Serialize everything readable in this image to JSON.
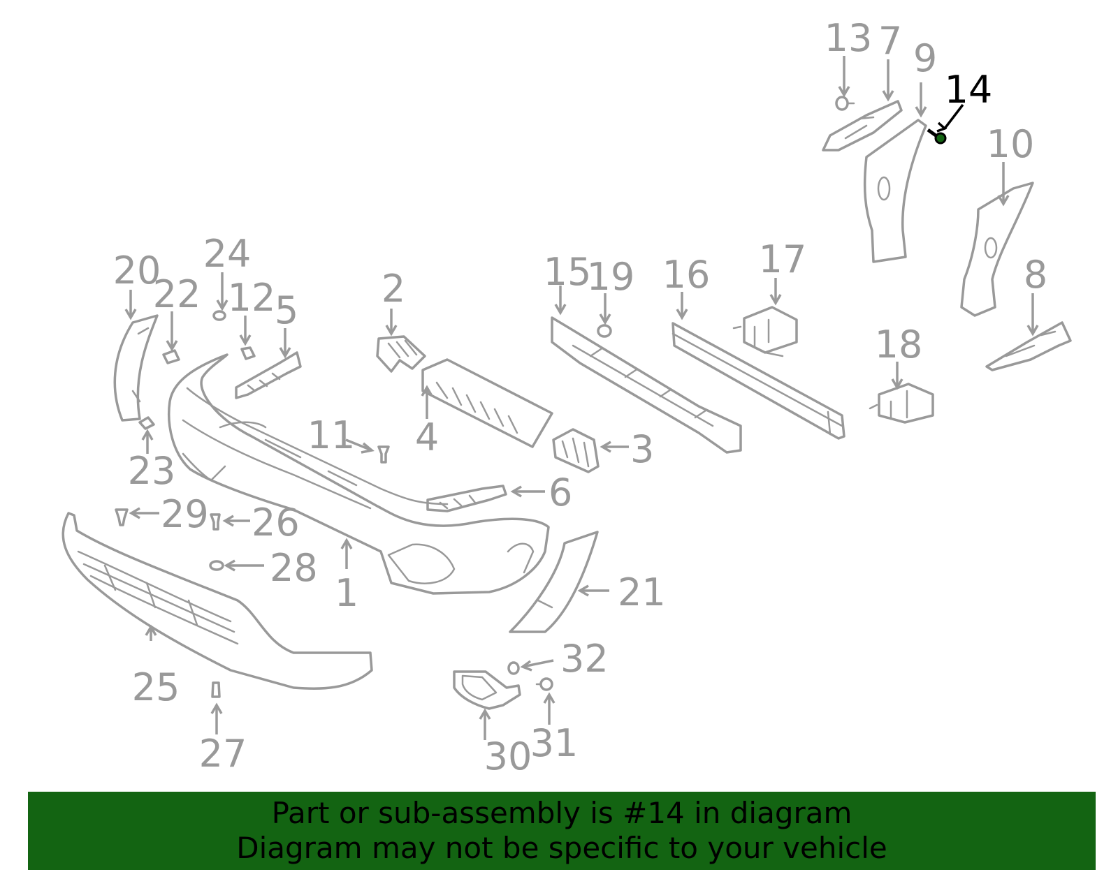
{
  "diagram": {
    "highlight_color": "#000000",
    "part_color": "#999999",
    "callouts": [
      {
        "id": "1",
        "label": "1"
      },
      {
        "id": "2",
        "label": "2"
      },
      {
        "id": "3",
        "label": "3"
      },
      {
        "id": "4",
        "label": "4"
      },
      {
        "id": "5",
        "label": "5"
      },
      {
        "id": "6",
        "label": "6"
      },
      {
        "id": "7",
        "label": "7"
      },
      {
        "id": "8",
        "label": "8"
      },
      {
        "id": "9",
        "label": "9"
      },
      {
        "id": "10",
        "label": "10"
      },
      {
        "id": "11",
        "label": "11"
      },
      {
        "id": "12",
        "label": "12"
      },
      {
        "id": "13",
        "label": "13"
      },
      {
        "id": "14",
        "label": "14",
        "highlighted": true
      },
      {
        "id": "15",
        "label": "15"
      },
      {
        "id": "16",
        "label": "16"
      },
      {
        "id": "17",
        "label": "17"
      },
      {
        "id": "18",
        "label": "18"
      },
      {
        "id": "19",
        "label": "19"
      },
      {
        "id": "20",
        "label": "20"
      },
      {
        "id": "21",
        "label": "21"
      },
      {
        "id": "22",
        "label": "22"
      },
      {
        "id": "23",
        "label": "23"
      },
      {
        "id": "24",
        "label": "24"
      },
      {
        "id": "25",
        "label": "25"
      },
      {
        "id": "26",
        "label": "26"
      },
      {
        "id": "27",
        "label": "27"
      },
      {
        "id": "28",
        "label": "28"
      },
      {
        "id": "29",
        "label": "29"
      },
      {
        "id": "30",
        "label": "30"
      },
      {
        "id": "31",
        "label": "31"
      },
      {
        "id": "32",
        "label": "32"
      }
    ]
  },
  "banner": {
    "background": "#136412",
    "line1": "Part or sub-assembly is #14 in diagram",
    "line2": "Diagram may not be specific to your vehicle"
  }
}
